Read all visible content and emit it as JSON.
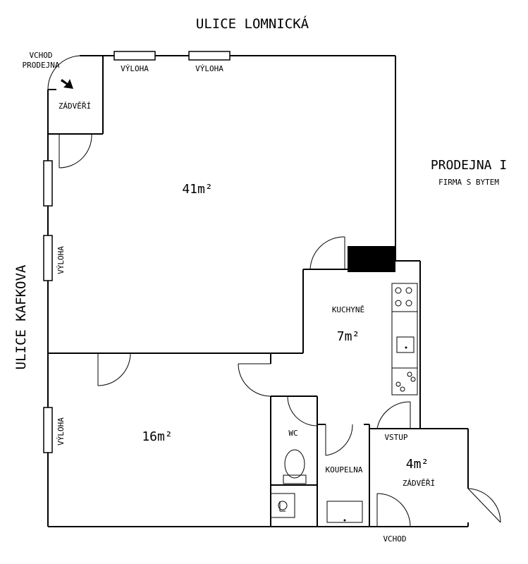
{
  "street_top": "ULICE LOMNICKÁ",
  "street_left": "ULICE KAFKOVA",
  "title": "PRODEJNA I",
  "subtitle": "FIRMA S BYTEM",
  "entrance_shop_line1": "VCHOD",
  "entrance_shop_line2": "PRODEJNA",
  "window_label": "VÝLOHA",
  "rooms": {
    "vestibule_top": "ZÁDVĚŘÍ",
    "main_area": "41m²",
    "kitchen": "KUCHYNĚ",
    "kitchen_area": "7m²",
    "room_area": "16m²",
    "wc": "WC",
    "bathroom": "KOUPELNA",
    "entry": "VSTUP",
    "vestibule_area": "4m²",
    "vestibule_bottom": "ZÁDVĚŘÍ"
  },
  "entrance_bottom": "VCHOD"
}
